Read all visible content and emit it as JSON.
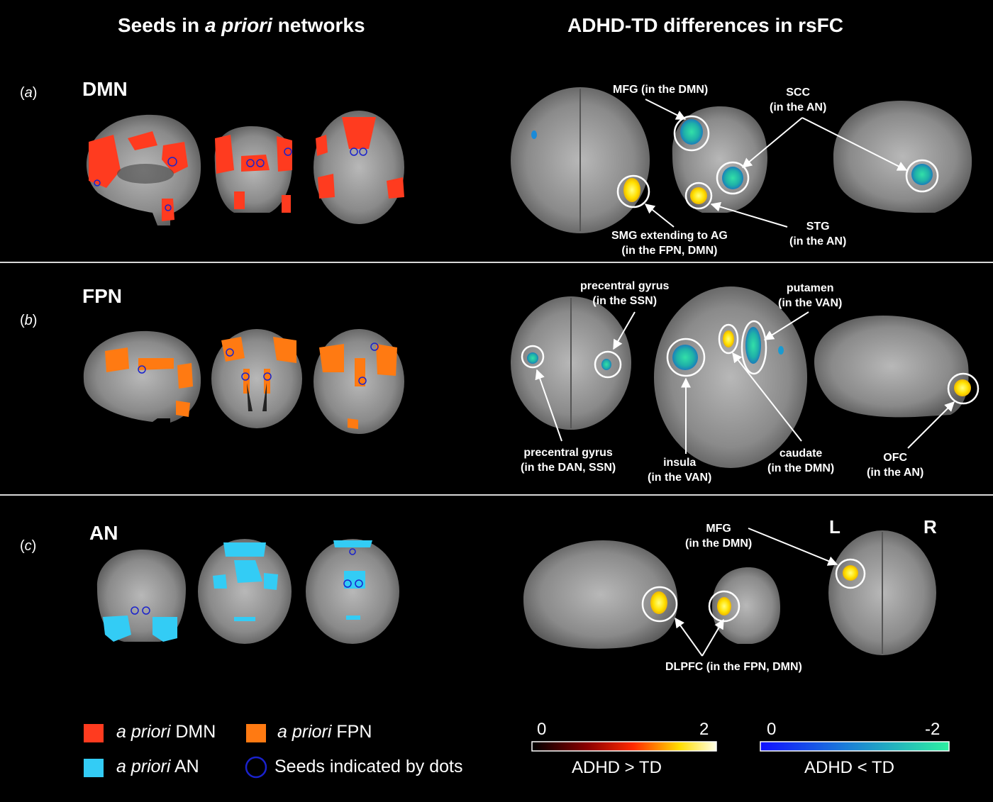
{
  "headers": {
    "left_pre": "Seeds in ",
    "left_italic": "a priori",
    "left_post": " networks",
    "right": "ADHD-TD differences in rsFC"
  },
  "panels": [
    {
      "label_open": "(",
      "label_letter": "a",
      "label_close": ")",
      "network": "DMN"
    },
    {
      "label_open": "(",
      "label_letter": "b",
      "label_close": ")",
      "network": "FPN"
    },
    {
      "label_open": "(",
      "label_letter": "c",
      "label_close": ")",
      "network": "AN"
    }
  ],
  "annotations": {
    "a": {
      "mfg": [
        "MFG (in the DMN)"
      ],
      "scc": [
        "SCC",
        "(in the AN)"
      ],
      "smg": [
        "SMG extending to AG",
        "(in the FPN, DMN)"
      ],
      "stg": [
        "STG",
        "(in the AN)"
      ]
    },
    "b": {
      "precentral_ssn": [
        "precentral gyrus",
        "(in the SSN)"
      ],
      "putamen": [
        "putamen",
        "(in the VAN)"
      ],
      "precentral_dan": [
        "precentral gyrus",
        "(in the DAN, SSN)"
      ],
      "insula": [
        "insula",
        "(in the VAN)"
      ],
      "caudate": [
        "caudate",
        "(in the DMN)"
      ],
      "ofc": [
        "OFC",
        "(in the AN)"
      ]
    },
    "c": {
      "mfg": [
        "MFG",
        "(in the DMN)"
      ],
      "dlpfc": [
        "DLPFC (in the FPN, DMN)"
      ],
      "L": "L",
      "R": "R"
    }
  },
  "legend": {
    "dmn": {
      "italic": "a priori",
      "text": " DMN",
      "color": "#ff3b1f"
    },
    "fpn": {
      "italic": "a priori",
      "text": " FPN",
      "color": "#ff7a12"
    },
    "an": {
      "italic": "a priori",
      "text": " AN",
      "color": "#33ccf5"
    },
    "seeds": {
      "text": "Seeds indicated by dots",
      "color": "#1a22cc"
    }
  },
  "colorbars": {
    "pos": {
      "min": "0",
      "max": "2",
      "label": "ADHD > TD"
    },
    "neg": {
      "min": "0",
      "max": "-2",
      "label": "ADHD < TD"
    }
  }
}
